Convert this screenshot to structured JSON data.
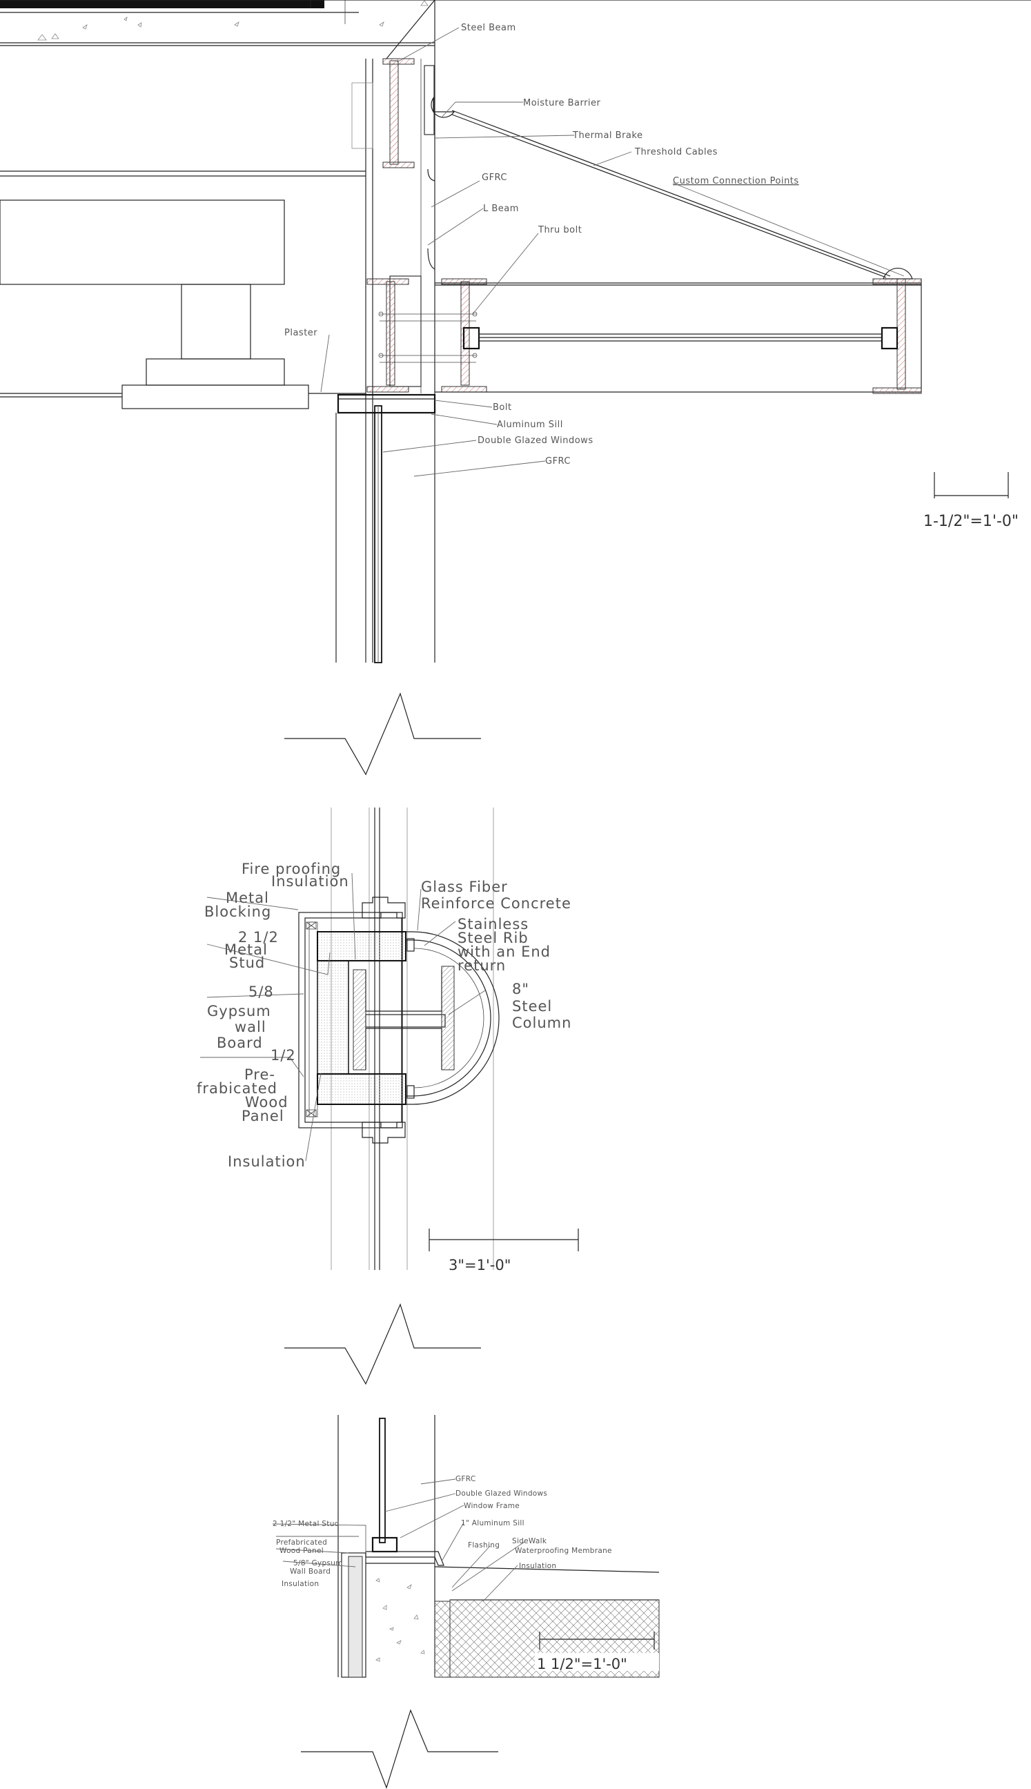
{
  "detail_top": {
    "labels": {
      "steel_beam": "Steel Beam",
      "moisture_barrier": "Moisture Barrier",
      "thermal_brake": "Thermal Brake",
      "threshold_cables": "Threshold Cables",
      "custom_connection_points": "Custom Connection Points",
      "gfrc": "GFRC",
      "l_beam": "L Beam",
      "thru_bolt": "Thru bolt",
      "plaster": "Plaster",
      "bolt": "Bolt",
      "aluminum_sill": "Aluminum Sill",
      "double_glazed_windows": "Double Glazed Windows",
      "gfrc_lower": "GFRC"
    },
    "scale": "1-1/2\"=1'-0\""
  },
  "detail_middle": {
    "labels": {
      "fire_proofing_1": "Fire proofing",
      "fire_proofing_2": "Insulation",
      "metal_blocking_1": "Metal",
      "metal_blocking_2": "Blocking",
      "metal_stud_1": "2 1/2",
      "metal_stud_2": "Metal",
      "metal_stud_3": "Stud",
      "gypsum_1": "5/8",
      "gypsum_2": "Gypsum",
      "gypsum_3": "wall",
      "gypsum_4": "Board",
      "wood_panel_1": "1/2",
      "wood_panel_2": "Pre-",
      "wood_panel_3": "frabicated",
      "wood_panel_4": "Wood",
      "wood_panel_5": "Panel",
      "insulation": "Insulation",
      "gfrc_1": "Glass Fiber",
      "gfrc_2": "Reinforce Concrete",
      "rib_1": "Stainless",
      "rib_2": "Steel Rib",
      "rib_3": "with an End",
      "rib_4": "return",
      "column_1": "8\"",
      "column_2": "Steel",
      "column_3": "Column"
    },
    "scale": "3\"=1'-0\""
  },
  "detail_bottom": {
    "labels": {
      "gfrc": "GFRC",
      "double_glazed_windows": "Double Glazed Windows",
      "window_frame": "Window Frame",
      "aluminum_sill": "1\" Aluminum Sill",
      "metal_stud": "2 1/2\" Metal Stud",
      "wood_panel_1": "Prefabricated",
      "wood_panel_2": "Wood Panel",
      "gypsum_1": "5/8\" Gypsum",
      "gypsum_2": "Wall Board",
      "insulation_left": "Insulation",
      "flashing": "Flashing",
      "sidewalk": "SideWalk",
      "waterproofing": "Waterproofing Membrane",
      "insulation_right": "Insulation"
    },
    "scale": "1 1/2\"=1'-0\""
  }
}
